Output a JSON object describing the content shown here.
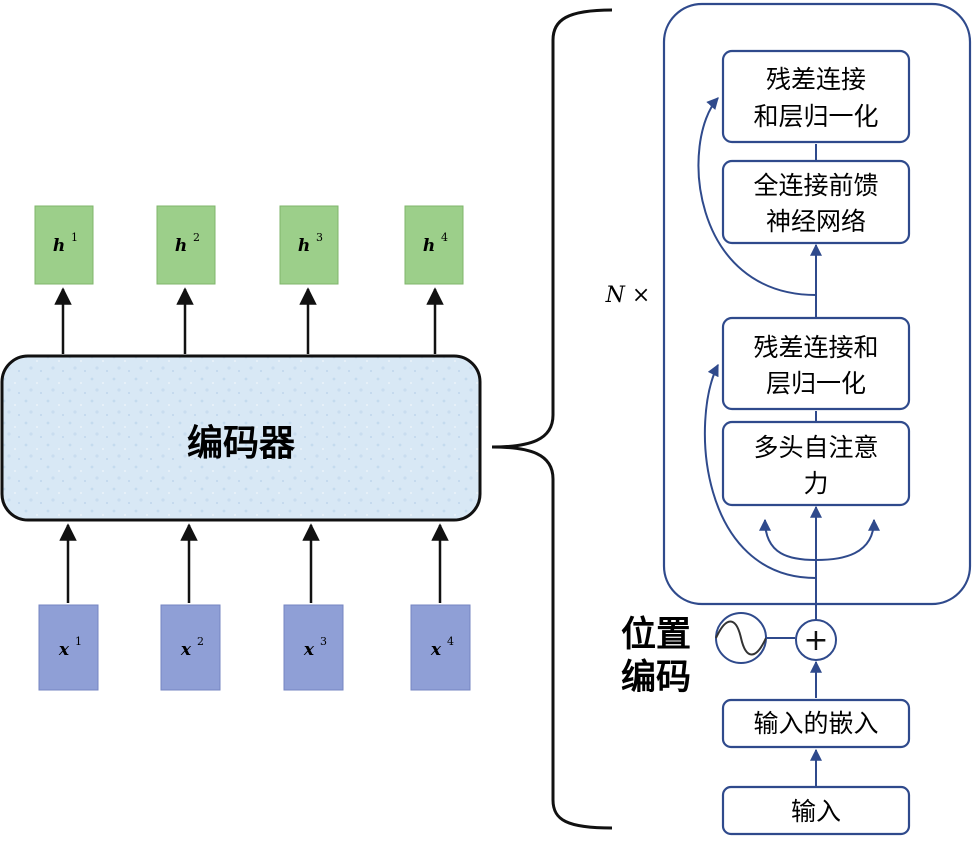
{
  "encoder": {
    "label": "编码器",
    "outputs": [
      {
        "sym": "h",
        "sup": "1"
      },
      {
        "sym": "h",
        "sup": "2"
      },
      {
        "sym": "h",
        "sup": "3"
      },
      {
        "sym": "h",
        "sup": "4"
      }
    ],
    "inputs": [
      {
        "sym": "x",
        "sup": "1"
      },
      {
        "sym": "x",
        "sup": "2"
      },
      {
        "sym": "x",
        "sup": "3"
      },
      {
        "sym": "x",
        "sup": "4"
      }
    ]
  },
  "layer": {
    "repeat_label": "N ×",
    "blocks": {
      "add_norm_top": [
        "残差连接",
        "和层归一化"
      ],
      "ffn": [
        "全连接前馈",
        "神经网络"
      ],
      "add_norm_bottom": [
        "残差连接和",
        "层归一化"
      ],
      "self_attention": [
        "多头自注意",
        "力"
      ]
    }
  },
  "positional_encoding": [
    "位置",
    "编码"
  ],
  "plus_symbol": "+",
  "embedding_label": "输入的嵌入",
  "input_label": "输入",
  "colors": {
    "green_fill": "#9ccf8a",
    "green_stroke": "#7fb56b",
    "blue_fill": "#8f9fd6",
    "blue_stroke": "#7584c2",
    "navy": "#2f4a8c",
    "encoder_fill": "#d8e8f5"
  }
}
